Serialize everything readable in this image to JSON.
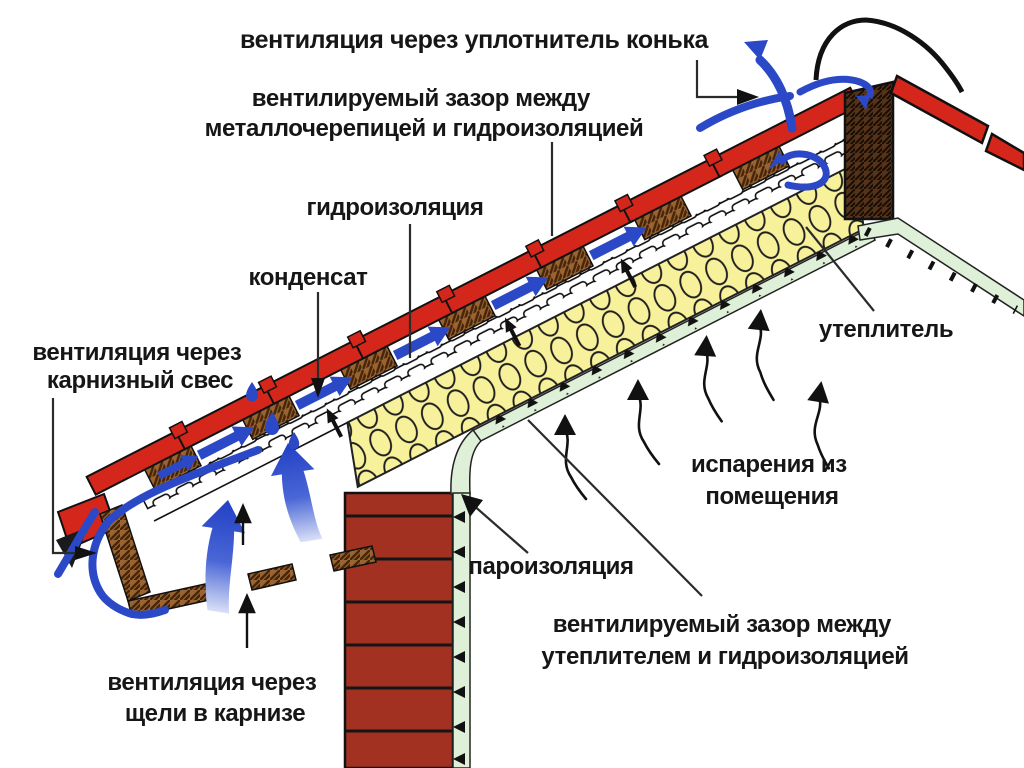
{
  "labels": {
    "ridge_seal": "вентиляция через уплотнитель конька",
    "gap_tile_line1": "вентилируемый зазор между",
    "gap_tile_line2": "металлочерепицей и гидроизоляцией",
    "waterproofing": "гидроизоляция",
    "condensate": "конденсат",
    "eaves_vent_line1": "вентиляция через",
    "eaves_vent_line2": "карнизный свес",
    "insulation": "утеплитель",
    "vapors_line1": "испарения из",
    "vapors_line2": "помещения",
    "vapor_barrier": "пароизоляция",
    "gap_insul_line1": "вентилируемый зазор между",
    "gap_insul_line2": "утеплителем и гидроизоляцией",
    "eaves_slits_line1": "вентиляция через",
    "eaves_slits_line2": "щели в карнизе"
  },
  "colors": {
    "red_roof": "#d5261c",
    "brick": "#a33122",
    "insulation_yellow": "#f8f19b",
    "vapor_green": "#def0d7",
    "arrow_blue": "#2b49c6",
    "wood_brown": "#9a6431",
    "beam_brown": "#54331a",
    "text": "#161616"
  }
}
